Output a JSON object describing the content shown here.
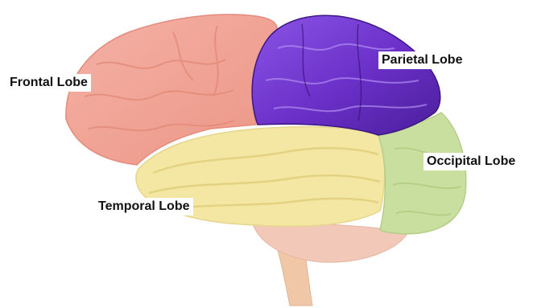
{
  "diagram": {
    "labels": {
      "frontal": "Frontal Lobe",
      "parietal": "Parietal Lobe",
      "occipital": "Occipital Lobe",
      "temporal": "Temporal Lobe"
    },
    "colors": {
      "frontal": "#f1a496",
      "parietal": "#6a2fc7",
      "occipital": "#c9dfa0",
      "temporal": "#f3e7a3",
      "cerebellum": "#f2c9b8",
      "brainstem": "#f0c8a8"
    }
  }
}
